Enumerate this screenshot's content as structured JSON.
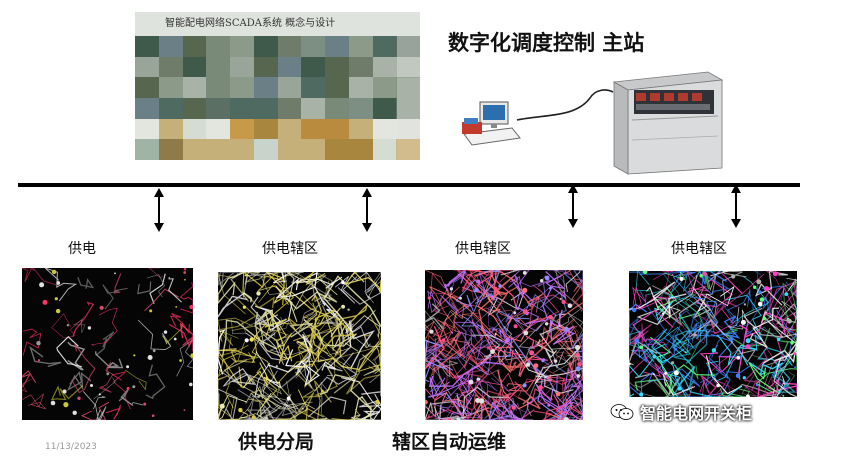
{
  "document_cover": {
    "title": "智能配电网络SCADA系统   概念与设计"
  },
  "master_station": {
    "title": "数字化调度控制 主站"
  },
  "branches": [
    {
      "label": "供电"
    },
    {
      "label": "供电辖区"
    },
    {
      "label": "供电辖区"
    },
    {
      "label": "供电辖区"
    }
  ],
  "captions": {
    "left": "供电分局",
    "right": "辖区自动运维"
  },
  "date_stamp": "11/13/2023",
  "watermark": {
    "text": "智能电网开关柜"
  },
  "colors": {
    "bus": "#000000",
    "map_background": "#050505",
    "cabinet": "#d9dbdc"
  }
}
